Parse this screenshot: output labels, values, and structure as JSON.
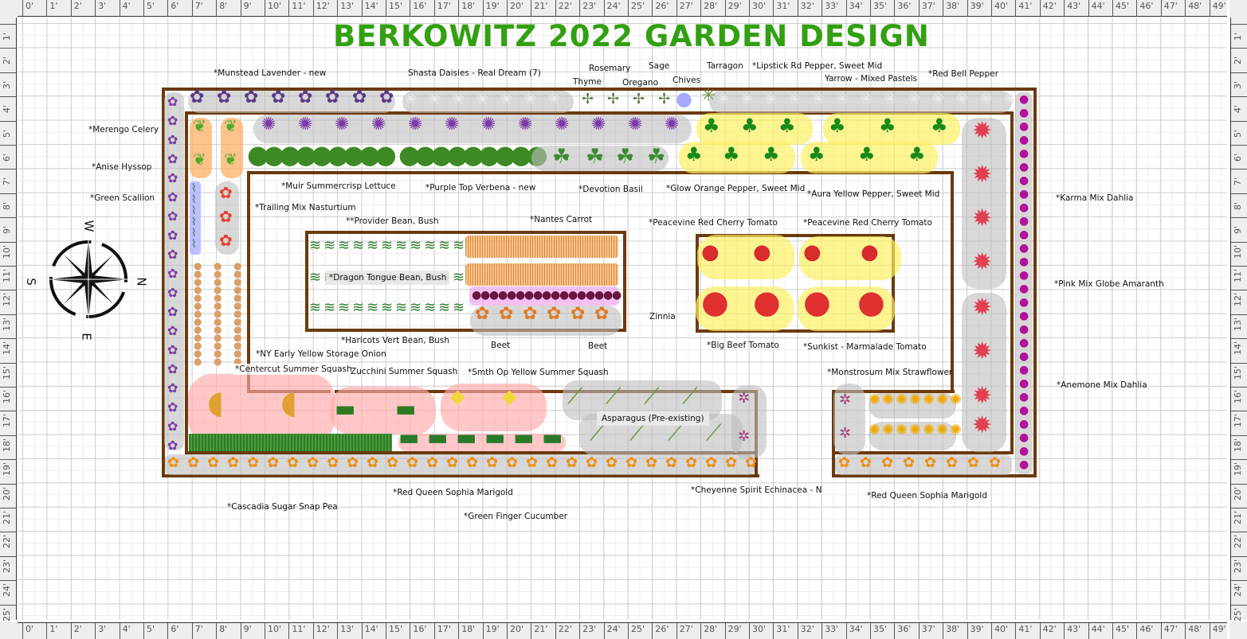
{
  "title": "BERKOWITZ 2022 GARDEN DESIGN",
  "colors": {
    "title": "#33a012",
    "bed_border": "#6b3a0d",
    "highlight_yellow": "#fcf064",
    "highlight_pink": "#ffaaaa",
    "highlight_orange": "#fcb46e",
    "grid": "#d0d0d0"
  },
  "rulers": {
    "horizontal": [
      "0'",
      "1'",
      "2'",
      "3'",
      "4'",
      "5'",
      "6'",
      "7'",
      "8'",
      "9'",
      "10'",
      "11'",
      "12'",
      "13'",
      "14'",
      "15'",
      "16'",
      "17'",
      "18'",
      "19'",
      "20'",
      "21'",
      "22'",
      "23'",
      "24'",
      "25'",
      "26'",
      "27'",
      "28'",
      "29'",
      "30'",
      "31'",
      "32'",
      "33'",
      "34'",
      "35'",
      "36'",
      "37'",
      "38'",
      "39'",
      "40'",
      "41'",
      "42'",
      "43'",
      "44'",
      "45'",
      "46'",
      "47'",
      "48'",
      "49'"
    ],
    "vertical": [
      "1'",
      "2'",
      "3'",
      "4'",
      "5'",
      "6'",
      "7'",
      "8'",
      "9'",
      "10'",
      "11'",
      "12'",
      "13'",
      "14'",
      "15'",
      "16'",
      "17'",
      "18'",
      "19'",
      "20'",
      "21'",
      "22'",
      "23'",
      "24'",
      "25'"
    ]
  },
  "compass": {
    "north": "N",
    "south": "S",
    "east": "E",
    "west": "W"
  },
  "labels": {
    "munstead_lavender": "*Munstead Lavender - new",
    "shasta_daisies": "Shasta Daisies - Real Dream (7)",
    "rosemary": "Rosemary",
    "thyme": "Thyme",
    "sage": "Sage",
    "oregano": "Oregano",
    "chives": "Chives",
    "tarragon": "Tarragon",
    "lipstick_pepper": "*Lipstick Rd Pepper, Sweet Mid",
    "yarrow": "Yarrow - Mixed Pastels",
    "red_bell_pepper": "*Red Bell Pepper",
    "merengo_celery": "*Merengo Celery",
    "anise_hyssop": "*Anise Hyssop",
    "green_scallion": "*Green Scallion",
    "muir_lettuce": "*Muir Summercrisp Lettuce",
    "purple_top_verbena": "*Purple Top Verbena - new",
    "devotion_basil": "*Devotion Basil",
    "glow_orange_pepper": "*Glow Orange Pepper, Sweet Mid",
    "aura_yellow_pepper": "*Aura Yellow Pepper, Sweet Mid",
    "trailing_nasturtium": "*Trailing Mix Nasturtium",
    "provider_bean": "**Provider Bean, Bush",
    "nantes_carrot": "*Nantes Carrot",
    "peacevine_1": "*Peacevine Red Cherry Tomato",
    "peacevine_2": "*Peacevine Red Cherry Tomato",
    "karma_dahlia": "*Karma Mix Dahlia",
    "dragon_tongue_bean": "*Dragon Tongue Bean, Bush",
    "pink_globe_amaranth": "*Pink Mix Globe Amaranth",
    "zinnia": "Zinnia",
    "haricots_vert": "*Haricots Vert Bean, Bush",
    "beet_1": "Beet",
    "beet_2": "Beet",
    "big_beef_tomato": "*Big Beef Tomato",
    "sunkist_tomato": "*Sunkist - Marmalade Tomato",
    "ny_onion": "*NY Early Yellow Storage Onion",
    "centercut_squash": "*Centercut Summer Squash",
    "zucchini": "Zucchini Summer Squash",
    "yellow_squash": "*Smth Op Yellow Summer Squash",
    "monstrosum_strawflower": "*Monstrosum Mix Strawflower",
    "anemone_dahlia": "*Anemone Mix Dahlia",
    "asparagus": "Asparagus (Pre-existing)",
    "red_queen_marigold_1": "*Red Queen Sophia Marigold",
    "cheyenne_echinacea": "*Cheyenne Spirit Echinacea - N",
    "red_queen_marigold_2": "*Red Queen Sophia Marigold",
    "cascadia_pea": "*Cascadia Sugar Snap Pea",
    "green_finger_cucumber": "*Green Finger Cucumber"
  },
  "icons": {
    "lavender": "✿",
    "daisy": "❀",
    "verbena": "✺",
    "lettuce": "●",
    "basil": "☘",
    "pepper": "🫑",
    "tomato": "●",
    "dahlia": "✹",
    "amaranth": "●",
    "marigold": "✿",
    "celery": "|",
    "nasturtium": "✿",
    "onion": "●",
    "squash": "◖",
    "zucchini": "▬",
    "cucumber": "▬",
    "asparagus": "⟋",
    "echinacea": "✲",
    "strawflower": "✺",
    "beet": "●",
    "carrot": "|"
  }
}
